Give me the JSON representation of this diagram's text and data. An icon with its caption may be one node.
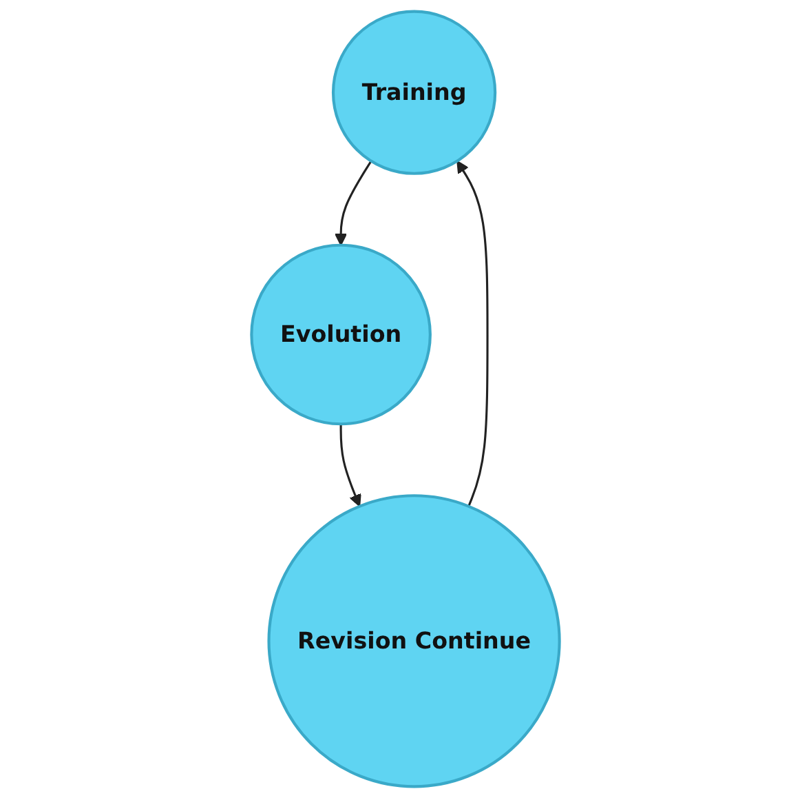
{
  "diagram": {
    "nodes": [
      {
        "text": [
          "Training"
        ]
      },
      {
        "text": [
          "Evolution"
        ]
      },
      {
        "text": [
          "Revision  Continue"
        ]
      }
    ],
    "edges": [
      {
        "from": 0,
        "to": 1,
        "arrow": "to"
      },
      {
        "from": 1,
        "to": 2,
        "arrow": "to"
      },
      {
        "from": 2,
        "to": 0,
        "arrow": "to"
      }
    ]
  }
}
